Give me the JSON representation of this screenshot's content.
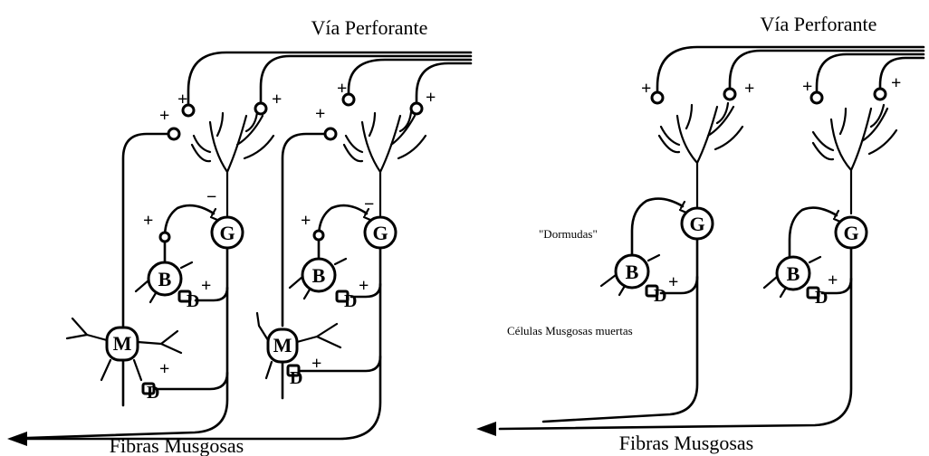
{
  "left_panel": {
    "title": "Vía Perforante",
    "output_label": "Fibras Musgosas",
    "cells": {
      "granule": "G",
      "basket": "B",
      "mossy": "M",
      "dendrite_terminal": "D"
    },
    "signs": {
      "plus": "+",
      "minus": "−"
    }
  },
  "right_panel": {
    "title": "Vía Perforante",
    "output_label": "Fibras Musgosas",
    "dormant_label": "\"Dormudas\"",
    "dead_cells_label": "Células Musgosas muertas",
    "cells": {
      "granule": "G",
      "basket": "B",
      "dendrite_terminal": "D"
    },
    "signs": {
      "plus": "+"
    }
  }
}
